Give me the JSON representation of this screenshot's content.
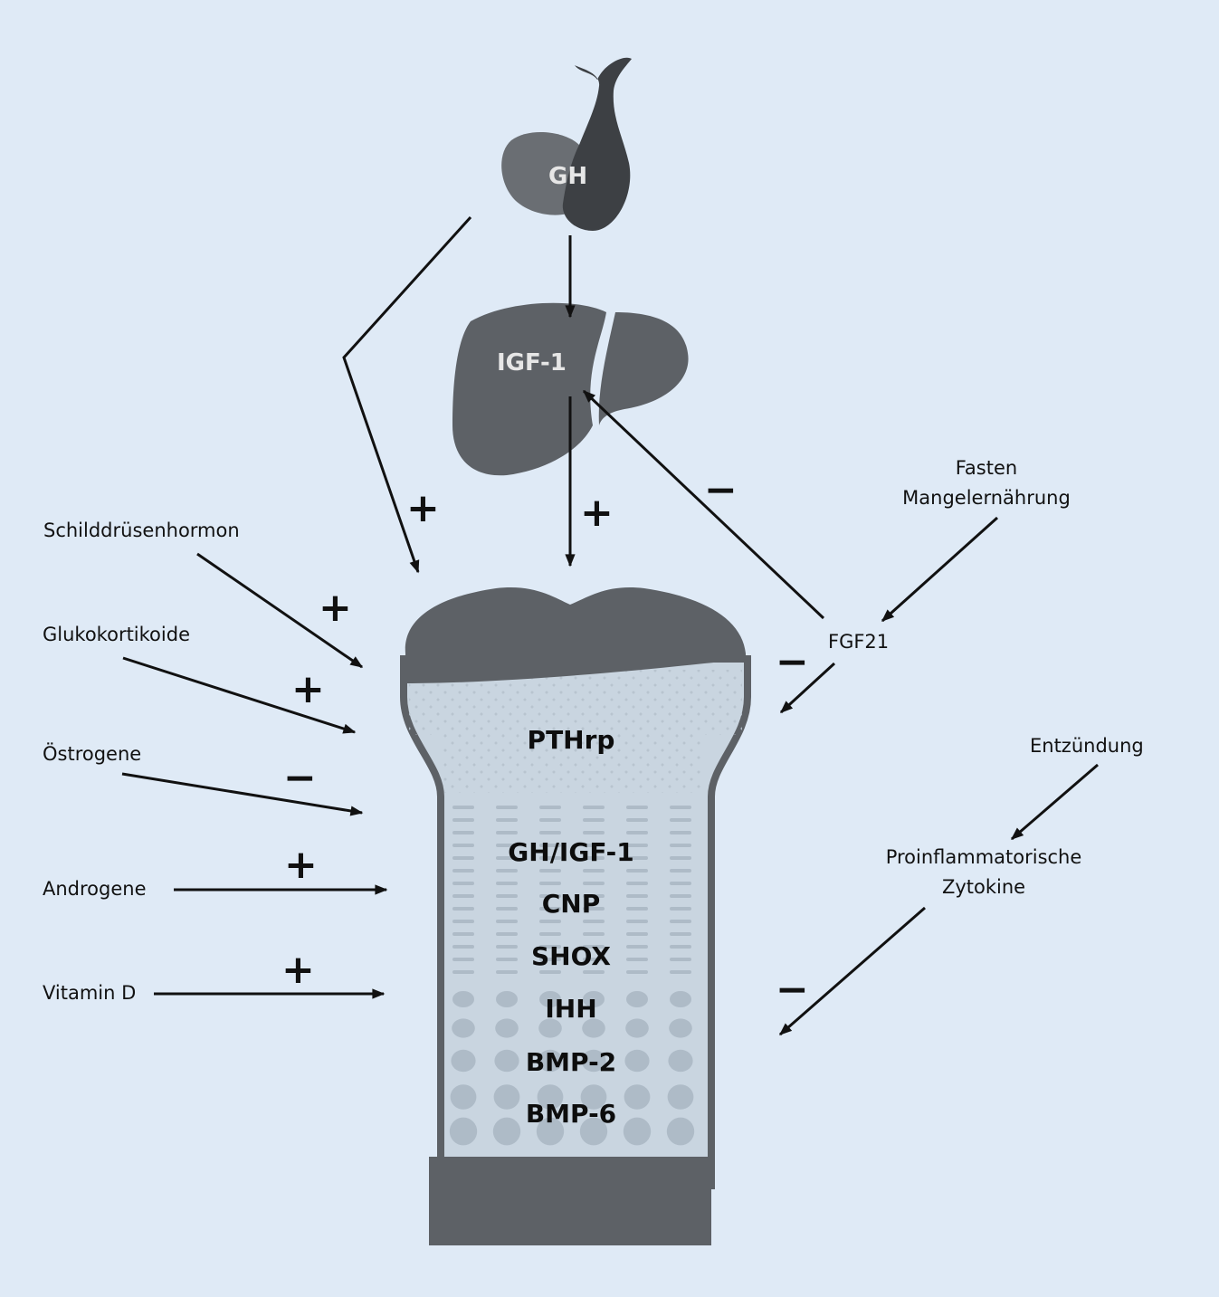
{
  "organs": {
    "pituitary": "GH",
    "liver": "IGF-1"
  },
  "growth_plate": {
    "top_factor": "PTHrp",
    "factors": [
      "GH/IGF-1",
      "CNP",
      "SHOX",
      "IHH",
      "BMP-2",
      "BMP-6"
    ]
  },
  "left_influences": [
    {
      "label": "Schilddrüsenhormon",
      "sign": "+"
    },
    {
      "label": "Glukokortikoide",
      "sign": "+"
    },
    {
      "label": "Östrogene",
      "sign": "−"
    },
    {
      "label": "Androgene",
      "sign": "+"
    },
    {
      "label": "Vitamin D",
      "sign": "+"
    }
  ],
  "top_signs": {
    "gh_direct": "+",
    "igf1_direct": "+",
    "fgf21_on_liver": "−"
  },
  "right_influences": {
    "fasten": "Fasten",
    "mangelernaehrung": "Mangelernährung",
    "fgf21": "FGF21",
    "fgf21_sign": "−",
    "entzuendung": "Entzündung",
    "zytokine_line1": "Proinflammatorische",
    "zytokine_line2": "Zytokine",
    "zytokine_sign": "−"
  },
  "colors": {
    "background": "#dfeaf6",
    "organ_dark": "#5d6166",
    "cartilage": "#c9d5e0"
  }
}
